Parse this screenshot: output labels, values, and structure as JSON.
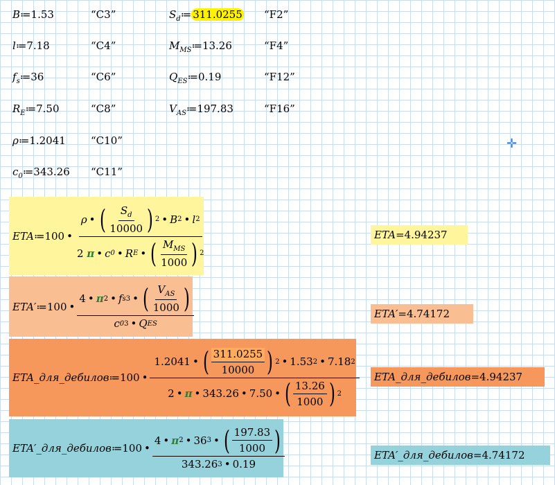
{
  "vars": {
    "B": {
      "name": "B",
      "value": "1.53",
      "ref": "“C3”"
    },
    "l": {
      "name": "l",
      "value": "7.18",
      "ref": "“C4”"
    },
    "fs": {
      "name": "f",
      "sub": "s",
      "value": "36",
      "ref": "“C6”"
    },
    "RE": {
      "name": "R",
      "sub": "E",
      "value": "7.50",
      "ref": "“C8”"
    },
    "rho": {
      "name": "ρ",
      "value": "1.2041",
      "ref": "“C10”"
    },
    "c0": {
      "name": "c",
      "sub": "0",
      "value": "343.26",
      "ref": "“C11”"
    },
    "Sd": {
      "name": "S",
      "sub": "d",
      "value": "311.0255",
      "ref": "“F2”"
    },
    "MMS": {
      "name": "M",
      "sub": "MS",
      "value": "13.26",
      "ref": "“F4”"
    },
    "QES": {
      "name": "Q",
      "sub": "ES",
      "value": "0.19",
      "ref": "“F12”"
    },
    "VAS": {
      "name": "V",
      "sub": "AS",
      "value": "197.83",
      "ref": "“F16”"
    }
  },
  "assign": "≔",
  "dot": "•",
  "hundred": "100",
  "ten_thousand": "10000",
  "thousand": "1000",
  "two": "2",
  "three": "3",
  "four": "4",
  "pi": "π",
  "eq": "=",
  "formulas": {
    "eta": {
      "name": "ETA",
      "result": "4.94237"
    },
    "eta_prime": {
      "name": "ETA′",
      "result": "4.74172"
    },
    "eta_num": {
      "name": "ETA_для_дебилов",
      "result": "4.94237"
    },
    "eta_prime_num": {
      "name": "ETA′_для_дебилов",
      "result": "4.74172"
    }
  },
  "colors": {
    "yellow": "#fff59d",
    "peach": "#f9bf92",
    "orange": "#f6975c",
    "cyan": "#96d2dc",
    "highlight_yellow": "#fff200",
    "highlight_orange": "#ffac5e",
    "grid": "#c9dcee",
    "cursor": "#2a7bd0",
    "pi_green": "#2e7d32"
  },
  "icons": {
    "cursor": "crosshair-cursor-icon"
  }
}
